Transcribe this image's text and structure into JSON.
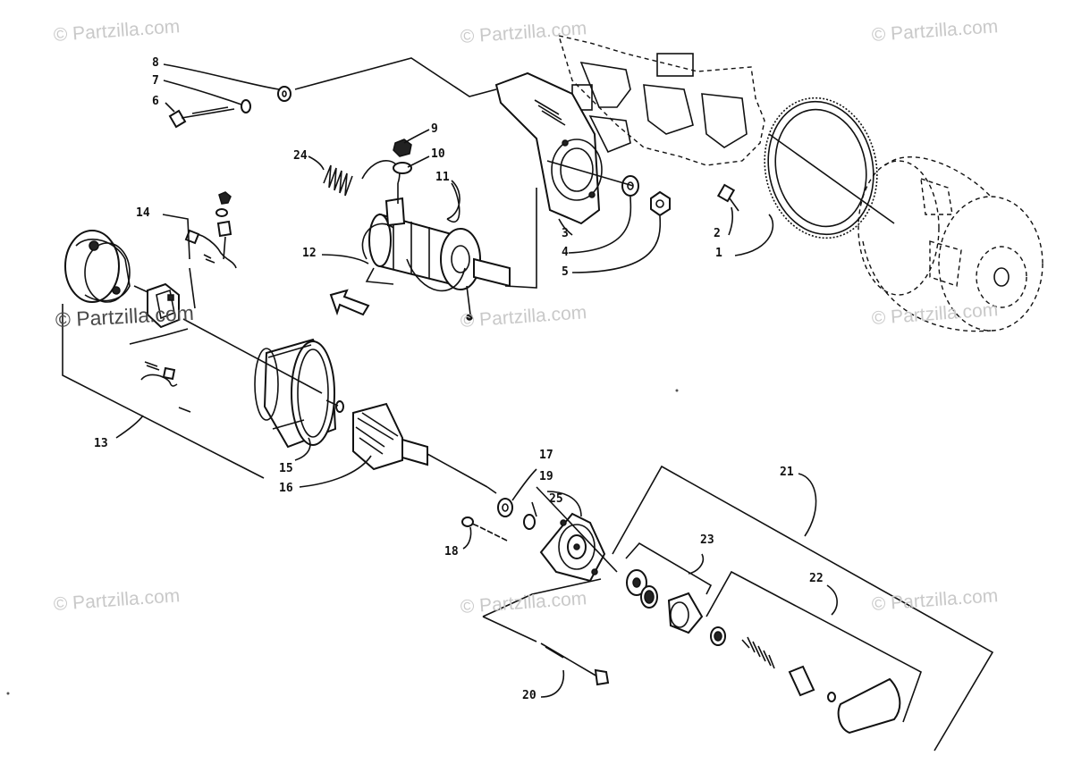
{
  "watermark": {
    "text": "© Partzilla.com",
    "color_light": "#c9c9c9",
    "color_dark": "#4a4a4a"
  },
  "callouts": [
    "1",
    "2",
    "3",
    "4",
    "5",
    "6",
    "7",
    "8",
    "9",
    "10",
    "11",
    "12",
    "13",
    "14",
    "15",
    "16",
    "17",
    "18",
    "19",
    "20",
    "21",
    "22",
    "23",
    "24",
    "25"
  ]
}
